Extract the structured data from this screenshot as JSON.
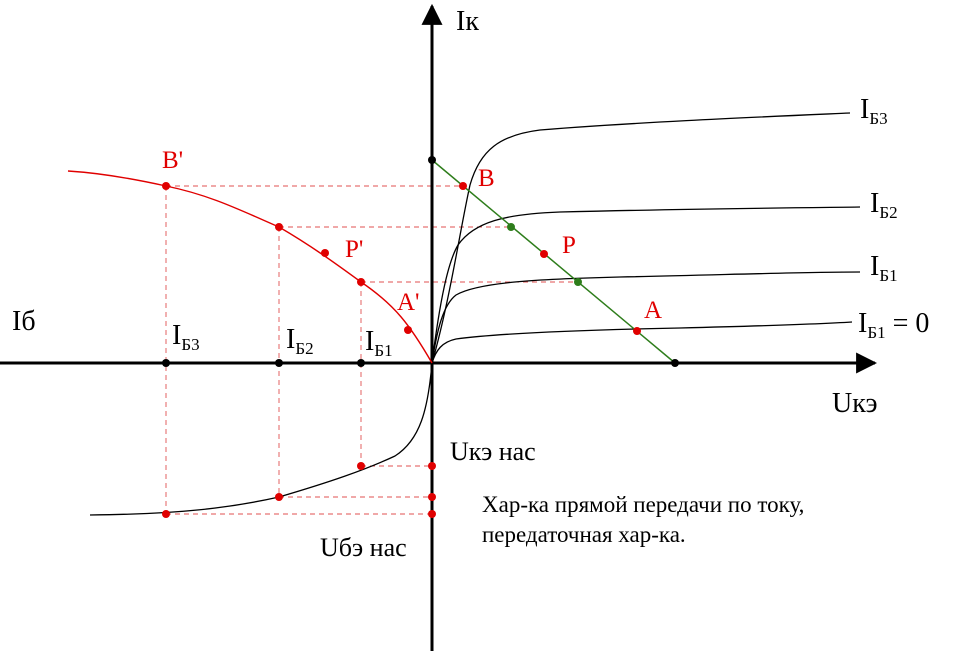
{
  "colors": {
    "axis": "#000000",
    "red": "#e00000",
    "green": "#2e7d1b",
    "guide": "#e05050"
  },
  "axes": {
    "ik": {
      "main": "I",
      "sub": "к"
    },
    "ib": {
      "main": "I",
      "sub": "б"
    },
    "uke": {
      "main": "U",
      "sub": "кэ"
    }
  },
  "curve_labels": {
    "ib3": {
      "main": "I",
      "sub": "Б3"
    },
    "ib2": {
      "main": "I",
      "sub": "Б2"
    },
    "ib1": {
      "main": "I",
      "sub": "Б1"
    },
    "ib1_zero": {
      "main": "I",
      "sub": "Б1",
      "suffix": " = 0"
    }
  },
  "input_labels": {
    "ib3": {
      "main": "I",
      "sub": "Б3"
    },
    "ib2": {
      "main": "I",
      "sub": "Б2"
    },
    "ib1": {
      "main": "I",
      "sub": "Б1"
    }
  },
  "points": {
    "B": "B",
    "P": "P",
    "A": "A",
    "B_prime": "B'",
    "P_prime": "P'",
    "A_prime": "A'"
  },
  "sat_labels": {
    "uke_sat": "Uкэ нас",
    "ube_sat": "Uбэ нас"
  },
  "caption": {
    "line1": "Хар-ка прямой передачи по току,",
    "line2": "передаточная хар-ка."
  }
}
